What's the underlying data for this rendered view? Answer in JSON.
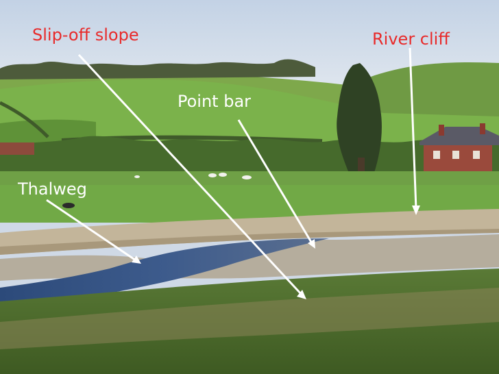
{
  "image": {
    "description_labels": {
      "slip_off_slope": "Slip-off slope",
      "river_cliff": "River cliff",
      "point_bar": "Point bar",
      "thalweg": "Thalweg"
    }
  },
  "colors": {
    "label_red": "#e82a2a",
    "label_white": "#ffffff",
    "arrow": "#ffffff"
  }
}
